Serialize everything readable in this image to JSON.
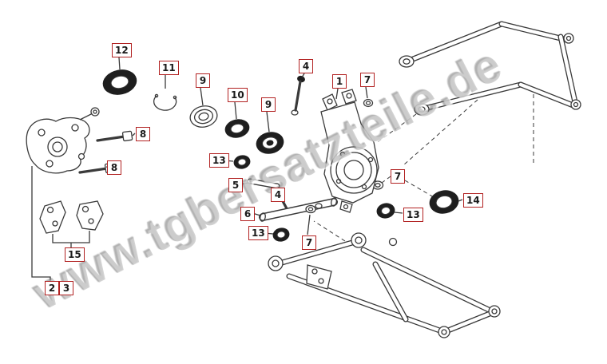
{
  "watermark": {
    "text": "www.tgbersatzteile.de"
  },
  "colors": {
    "label_border": "#b22222",
    "line": "#3a3a3a",
    "wm": "#9b9b9b"
  },
  "labels": [
    {
      "text": "12"
    },
    {
      "text": "11"
    },
    {
      "text": "9"
    },
    {
      "text": "10"
    },
    {
      "text": "9"
    },
    {
      "text": "4"
    },
    {
      "text": "1"
    },
    {
      "text": "7"
    },
    {
      "text": "8"
    },
    {
      "text": "8"
    },
    {
      "text": "13"
    },
    {
      "text": "5"
    },
    {
      "text": "4"
    },
    {
      "text": "6"
    },
    {
      "text": "13"
    },
    {
      "text": "7"
    },
    {
      "text": "7"
    },
    {
      "text": "13"
    },
    {
      "text": "14"
    },
    {
      "text": "15"
    },
    {
      "text": "2"
    },
    {
      "text": "3"
    }
  ]
}
